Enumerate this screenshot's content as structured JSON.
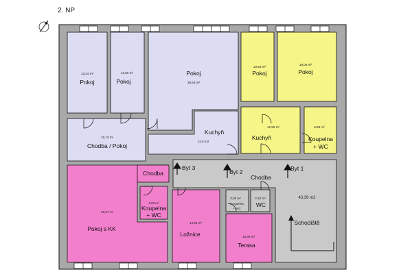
{
  "floor_label": "2. NP",
  "colors": {
    "wall": "#a9a9a9",
    "purple": "#dcdcf2",
    "yellow": "#f5f588",
    "pink": "#f27fcc",
    "gray": "#c9c9c9",
    "outline": "#111111"
  },
  "icons": {
    "north_arrow": "north-arrow-icon"
  },
  "rooms": {
    "pokoj_a": {
      "name": "Pokoj",
      "area": "15,24 m²"
    },
    "pokoj_b": {
      "name": "Pokoj",
      "area": "13,56 m²"
    },
    "pokoj_c": {
      "name": "Pokoj",
      "area": "36,63 m²"
    },
    "pokoj_d": {
      "name": "Pokoj",
      "area": "10,58 m²"
    },
    "pokoj_e": {
      "name": "Pokoj",
      "area": "18,08 m²"
    },
    "chodba_pokoj": {
      "name": "Chodba / Pokoj",
      "area": "15,13 m²"
    },
    "kuchyn_1": {
      "name": "Kuchyň",
      "area": "13,6 m2"
    },
    "kuchyn_2": {
      "name": "Kuchyň",
      "area": "12,99 m²"
    },
    "koupelna_wc_1": {
      "name_line1": "Koupelna",
      "name_line2": "+ WC",
      "area": "6,98 m²"
    },
    "pokoj_kk": {
      "name": "Pokoj s KK",
      "area": "39,97 m²"
    },
    "chodba_small": {
      "name": "Chodba"
    },
    "koupelna_wc_2": {
      "name_line1": "Koupelna",
      "name_line2": "+ WC",
      "area": "4,05 m²"
    },
    "loznice": {
      "name": "Ložnice",
      "area": "14,99 m²"
    },
    "chodba_main": {
      "name": "Chodba"
    },
    "koupelna_wc_3": {
      "name_line1": "Koupelna",
      "name_line2": "+ WC",
      "area": "3,09 m²"
    },
    "wc": {
      "name": "WC",
      "area": "2,15 m²"
    },
    "terasa": {
      "name": "Terasa",
      "area": "18,39 m²"
    },
    "schodiste": {
      "name": "Schodiště",
      "area": "43,36 m2"
    }
  },
  "entrances": {
    "byt3": "Byt 3",
    "byt2": "Byt 2",
    "byt1": "Byt 1"
  }
}
